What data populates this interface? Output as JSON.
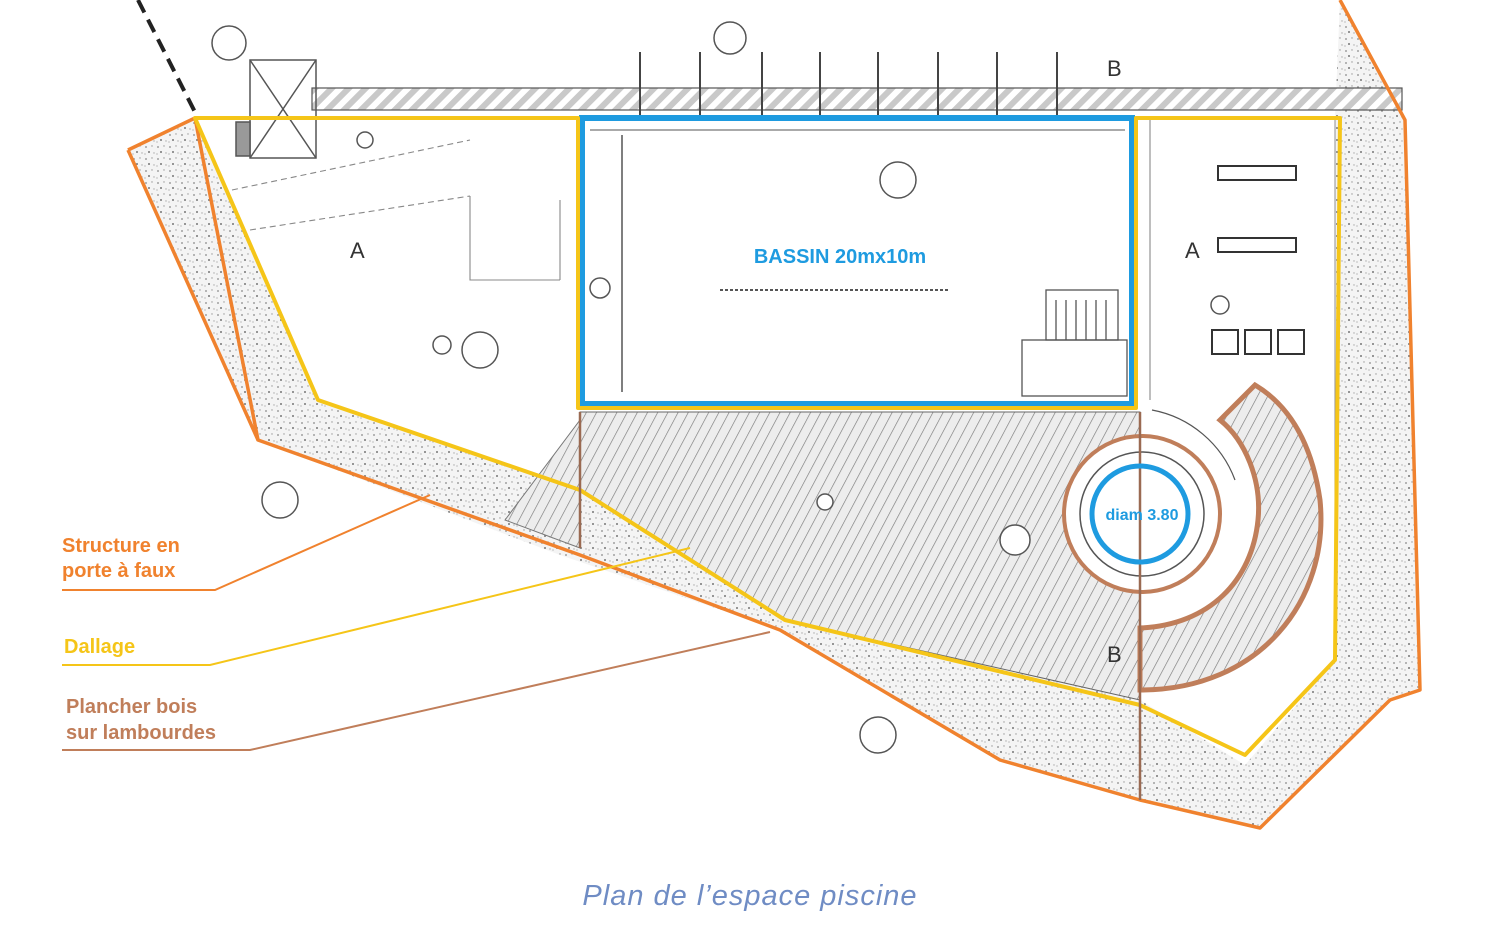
{
  "plan": {
    "caption": "Plan de l’espace piscine",
    "pool_label": "BASSIN 20mx10m",
    "circle_label": "diam 3.80",
    "section_marks": [
      "A",
      "A",
      "B",
      "B"
    ],
    "legend": [
      {
        "id": "structure",
        "lines": [
          "Structure en",
          "porte à faux"
        ],
        "color": "#f0822e"
      },
      {
        "id": "dallage",
        "lines": [
          "Dallage"
        ],
        "color": "#f5c518"
      },
      {
        "id": "plancher",
        "lines": [
          "Plancher bois",
          "sur lambourdes"
        ],
        "color": "#c07e5a"
      }
    ]
  },
  "colors": {
    "structure": "#f0822e",
    "dallage": "#f5c518",
    "bassin": "#1e9be0",
    "plancher": "#c07e5a",
    "caption": "#6f8cc4",
    "drawing": "#3a3a3a"
  }
}
